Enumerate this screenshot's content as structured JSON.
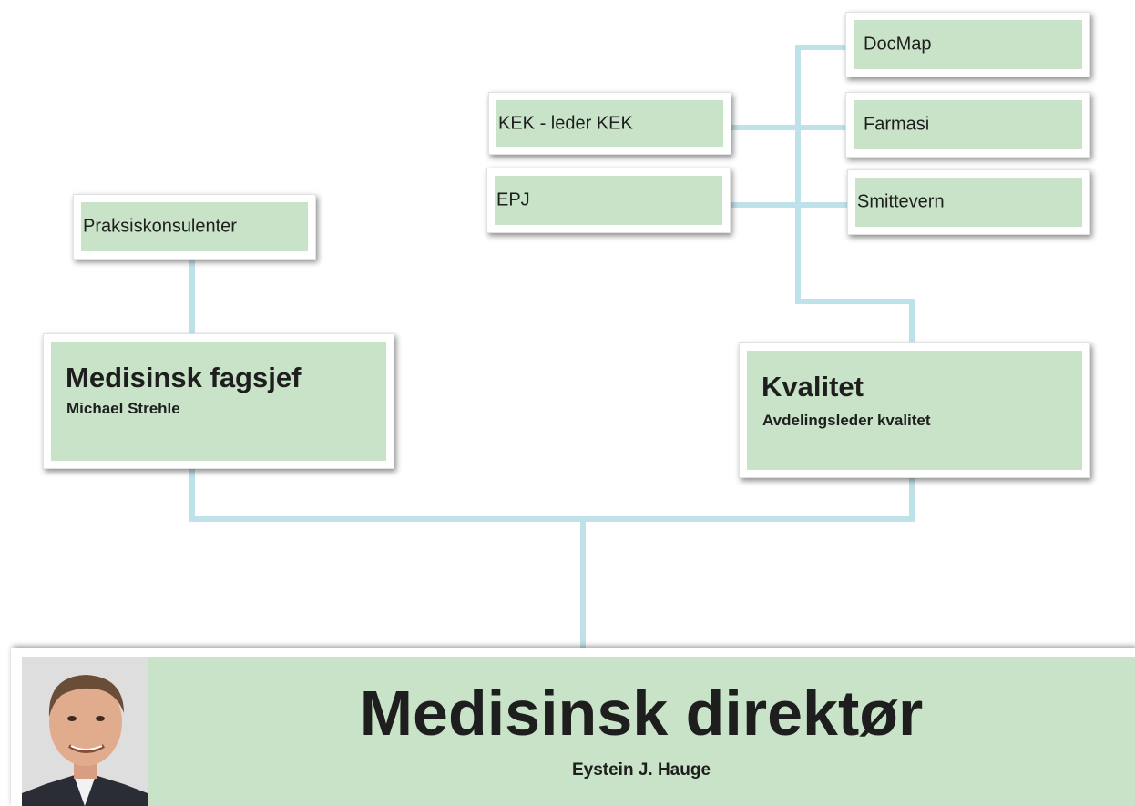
{
  "nodes": {
    "docmap": "DocMap",
    "kek": "KEK - leder KEK",
    "farmasi": "Farmasi",
    "epj": "EPJ",
    "smittevern": "Smittevern",
    "praksis": "Praksiskonsulenter",
    "fagsjef": {
      "title": "Medisinsk fagsjef",
      "name": "Michael Strehle"
    },
    "kvalitet": {
      "title": "Kvalitet",
      "name": "Avdelingsleder kvalitet"
    },
    "direktor": {
      "title": "Medisinsk direktør",
      "name": "Eystein J. Hauge"
    }
  },
  "colors": {
    "box_fill": "#c8e3c7",
    "connector": "#bfe1ea"
  }
}
